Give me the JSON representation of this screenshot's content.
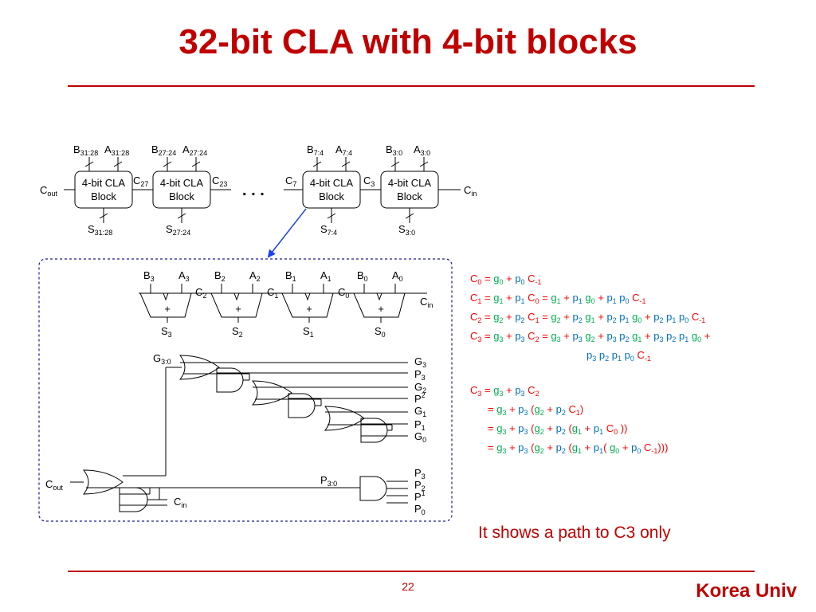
{
  "title": "32-bit CLA with 4-bit blocks",
  "note": "It shows a path to C3 only",
  "page_number": "22",
  "brand": "Korea Univ",
  "colors": {
    "accent": "#c00000",
    "red": "#ff0000",
    "green": "#00b050",
    "blue": "#0070c0",
    "arrow": "#1e3ff0",
    "dashed_border": "#1a1aa0"
  },
  "top_diagram": {
    "block_label_line1": "4-bit CLA",
    "block_label_line2": "Block",
    "ellipsis": ". . .",
    "cout": "Cout",
    "cin": "Cin"
  },
  "detail_diagram": {
    "adder_symbol": "+"
  },
  "equations": {
    "group1": [
      "C0 = g0 + p0 C-1",
      "C1 = g1 + p1 C0 = g1 + p1 g0 + p1 p0 C-1",
      "C2 = g2 + p2 C1 = g2 + p2 g1 + p2 p1 g0 + p2 p1 p0 C-1",
      "C3 = g3 + p3 C2 = g3 + p3 g2 + p3 p2 g1 + p3 p2 p1 g0 + p3 p2 p1 p0 C-1"
    ],
    "group2": [
      "C3 = g3 + p3 C2",
      "= g3 + p3 (g2 + p2 C1)",
      "= g3 + p3 (g2 + p2 (g1 + p1 C0 ))",
      "= g3 + p3 (g2 + p2 (g1 + p1( g0 + p0 C-1)))"
    ]
  }
}
